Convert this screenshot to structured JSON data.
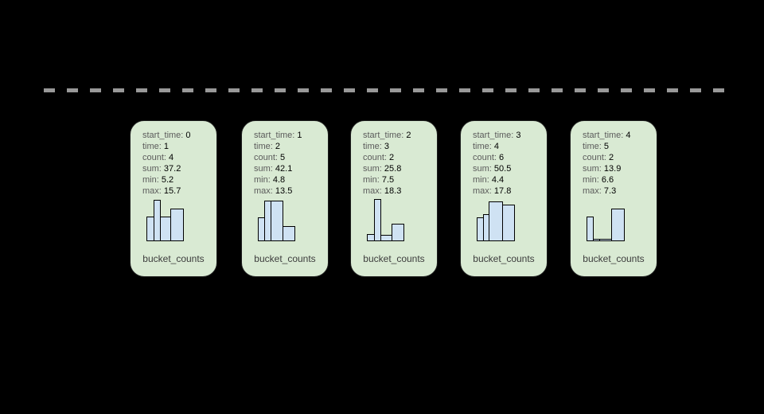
{
  "scene": {
    "background": "#000000",
    "timeline": {
      "style": "dashed",
      "color": "#999999"
    }
  },
  "colors": {
    "card_fill": "#d9ead3",
    "card_border": "#1c1c1c",
    "bar_fill": "#cfe2f3",
    "bar_border": "#000000",
    "label_text": "#5b5b5b",
    "value_text": "#000000",
    "caption_text": "#3c3c3c",
    "timeline": "#999999"
  },
  "cards": [
    {
      "caption": "bucket_counts",
      "fields": [
        {
          "label": "start_time:",
          "value": "0"
        },
        {
          "label": "time:",
          "value": "1"
        },
        {
          "label": "count:",
          "value": "4"
        },
        {
          "label": "sum:",
          "value": "37.2"
        },
        {
          "label": "min:",
          "value": "5.2"
        },
        {
          "label": "max:",
          "value": "15.7"
        }
      ],
      "histogram": {
        "type": "bar",
        "bars": [
          {
            "w": 10,
            "h": 31
          },
          {
            "w": 9,
            "h": 52
          },
          {
            "w": 14,
            "h": 31
          },
          {
            "w": 17,
            "h": 41
          }
        ]
      }
    },
    {
      "caption": "bucket_counts",
      "fields": [
        {
          "label": "start_time:",
          "value": "1"
        },
        {
          "label": "time:",
          "value": "2"
        },
        {
          "label": "count:",
          "value": "5"
        },
        {
          "label": "sum:",
          "value": "42.1"
        },
        {
          "label": "min:",
          "value": "4.8"
        },
        {
          "label": "max:",
          "value": "13.5"
        }
      ],
      "histogram": {
        "type": "bar",
        "bars": [
          {
            "w": 9,
            "h": 30
          },
          {
            "w": 9,
            "h": 51
          },
          {
            "w": 16,
            "h": 51
          },
          {
            "w": 16,
            "h": 19
          }
        ]
      }
    },
    {
      "caption": "bucket_counts",
      "fields": [
        {
          "label": "start_time:",
          "value": "2"
        },
        {
          "label": "time:",
          "value": "3"
        },
        {
          "label": "count:",
          "value": "2"
        },
        {
          "label": "sum:",
          "value": "25.8"
        },
        {
          "label": "min:",
          "value": "7.5"
        },
        {
          "label": "max:",
          "value": "18.3"
        }
      ],
      "histogram": {
        "type": "bar",
        "bars": [
          {
            "w": 10,
            "h": 9
          },
          {
            "w": 9,
            "h": 53
          },
          {
            "w": 15,
            "h": 8
          },
          {
            "w": 16,
            "h": 22
          }
        ]
      }
    },
    {
      "caption": "bucket_counts",
      "fields": [
        {
          "label": "start_time:",
          "value": "3"
        },
        {
          "label": "time:",
          "value": "4"
        },
        {
          "label": "count:",
          "value": "6"
        },
        {
          "label": "sum:",
          "value": "50.5"
        },
        {
          "label": "min:",
          "value": "4.4"
        },
        {
          "label": "max:",
          "value": "17.8"
        }
      ],
      "histogram": {
        "type": "bar",
        "bars": [
          {
            "w": 9,
            "h": 30
          },
          {
            "w": 8,
            "h": 34
          },
          {
            "w": 18,
            "h": 50
          },
          {
            "w": 16,
            "h": 46
          }
        ]
      }
    },
    {
      "caption": "bucket_counts",
      "fields": [
        {
          "label": "start_time:",
          "value": "4"
        },
        {
          "label": "time:",
          "value": "5"
        },
        {
          "label": "count:",
          "value": "2"
        },
        {
          "label": "sum:",
          "value": "13.9"
        },
        {
          "label": "min:",
          "value": "6.6"
        },
        {
          "label": "max:",
          "value": "7.3"
        }
      ],
      "histogram": {
        "type": "bar",
        "bars": [
          {
            "w": 9,
            "h": 31
          },
          {
            "w": 9,
            "h": 3
          },
          {
            "w": 16,
            "h": 3
          },
          {
            "w": 17,
            "h": 41
          }
        ]
      }
    }
  ]
}
